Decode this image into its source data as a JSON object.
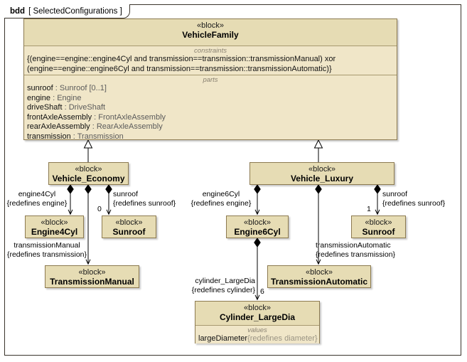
{
  "frame": {
    "kind": "bdd",
    "name": "[ SelectedConfigurations ]"
  },
  "blocks": {
    "vehicle_family": {
      "stereotype": "«block»",
      "name": "VehicleFamily",
      "constraints_label": "constraints",
      "constraints": [
        "{(engine==engine::engine4Cyl and transmission==transmission::transmissionManual) xor",
        "(engine==engine::engine6Cyl and transmission==transmission::transmissionAutomatic)}"
      ],
      "parts_label": "parts",
      "parts": [
        {
          "role": "sunroof",
          "sep": " : ",
          "type": "Sunroof [0..1]"
        },
        {
          "role": "engine",
          "sep": " : ",
          "type": "Engine"
        },
        {
          "role": "driveShaft",
          "sep": " : ",
          "type": "DriveShaft"
        },
        {
          "role": "frontAxleAssembly",
          "sep": " : ",
          "type": "FrontAxleAssembly"
        },
        {
          "role": "rearAxleAssembly",
          "sep": " : ",
          "type": "RearAxleAssembly"
        },
        {
          "role": "transmission",
          "sep": " : ",
          "type": "Transmission"
        }
      ]
    },
    "vehicle_economy": {
      "stereotype": "«block»",
      "name": "Vehicle_Economy"
    },
    "vehicle_luxury": {
      "stereotype": "«block»",
      "name": "Vehicle_Luxury"
    },
    "engine4cyl": {
      "stereotype": "«block»",
      "name": "Engine4Cyl"
    },
    "sunroof_left": {
      "stereotype": "«block»",
      "name": "Sunroof"
    },
    "transmission_manual": {
      "stereotype": "«block»",
      "name": "TransmissionManual"
    },
    "engine6cyl": {
      "stereotype": "«block»",
      "name": "Engine6Cyl"
    },
    "sunroof_right": {
      "stereotype": "«block»",
      "name": "Sunroof"
    },
    "transmission_automatic": {
      "stereotype": "«block»",
      "name": "TransmissionAutomatic"
    },
    "cylinder_largedia": {
      "stereotype": "«block»",
      "name": "Cylinder_LargeDia",
      "values_label": "values",
      "value_name": "largeDiameter",
      "value_redefines": "{redefines diameter}"
    }
  },
  "connectors": {
    "economy_engine": {
      "role": "engine4Cyl",
      "redefines": "{redefines engine}",
      "multiplicity": ""
    },
    "economy_sunroof": {
      "role": "sunroof",
      "redefines": "{redefines sunroof}",
      "multiplicity": "0"
    },
    "economy_transmission": {
      "role": "transmissionManual",
      "redefines": "{redefines transmission}",
      "multiplicity": ""
    },
    "luxury_engine": {
      "role": "engine6Cyl",
      "redefines": "{redefines engine}",
      "multiplicity": ""
    },
    "luxury_sunroof": {
      "role": "sunroof",
      "redefines": "{redefines sunroof}",
      "multiplicity": "1"
    },
    "luxury_transmission": {
      "role": "transmissionAutomatic",
      "redefines": "{redefines transmission}",
      "multiplicity": ""
    },
    "engine_cylinder": {
      "role": "cylinder_LargeDia",
      "redefines": "{redefines cylinder}",
      "multiplicity": "6"
    }
  },
  "colors": {
    "block_fill": "#f0e6c8",
    "block_header_fill": "#e6dcb4",
    "block_border": "#8c7a50",
    "frame_border": "#3a342c",
    "line": "#000000",
    "compartment_label": "#8a8272",
    "type_text": "#5b5b5b",
    "canvas": "#ffffff"
  }
}
